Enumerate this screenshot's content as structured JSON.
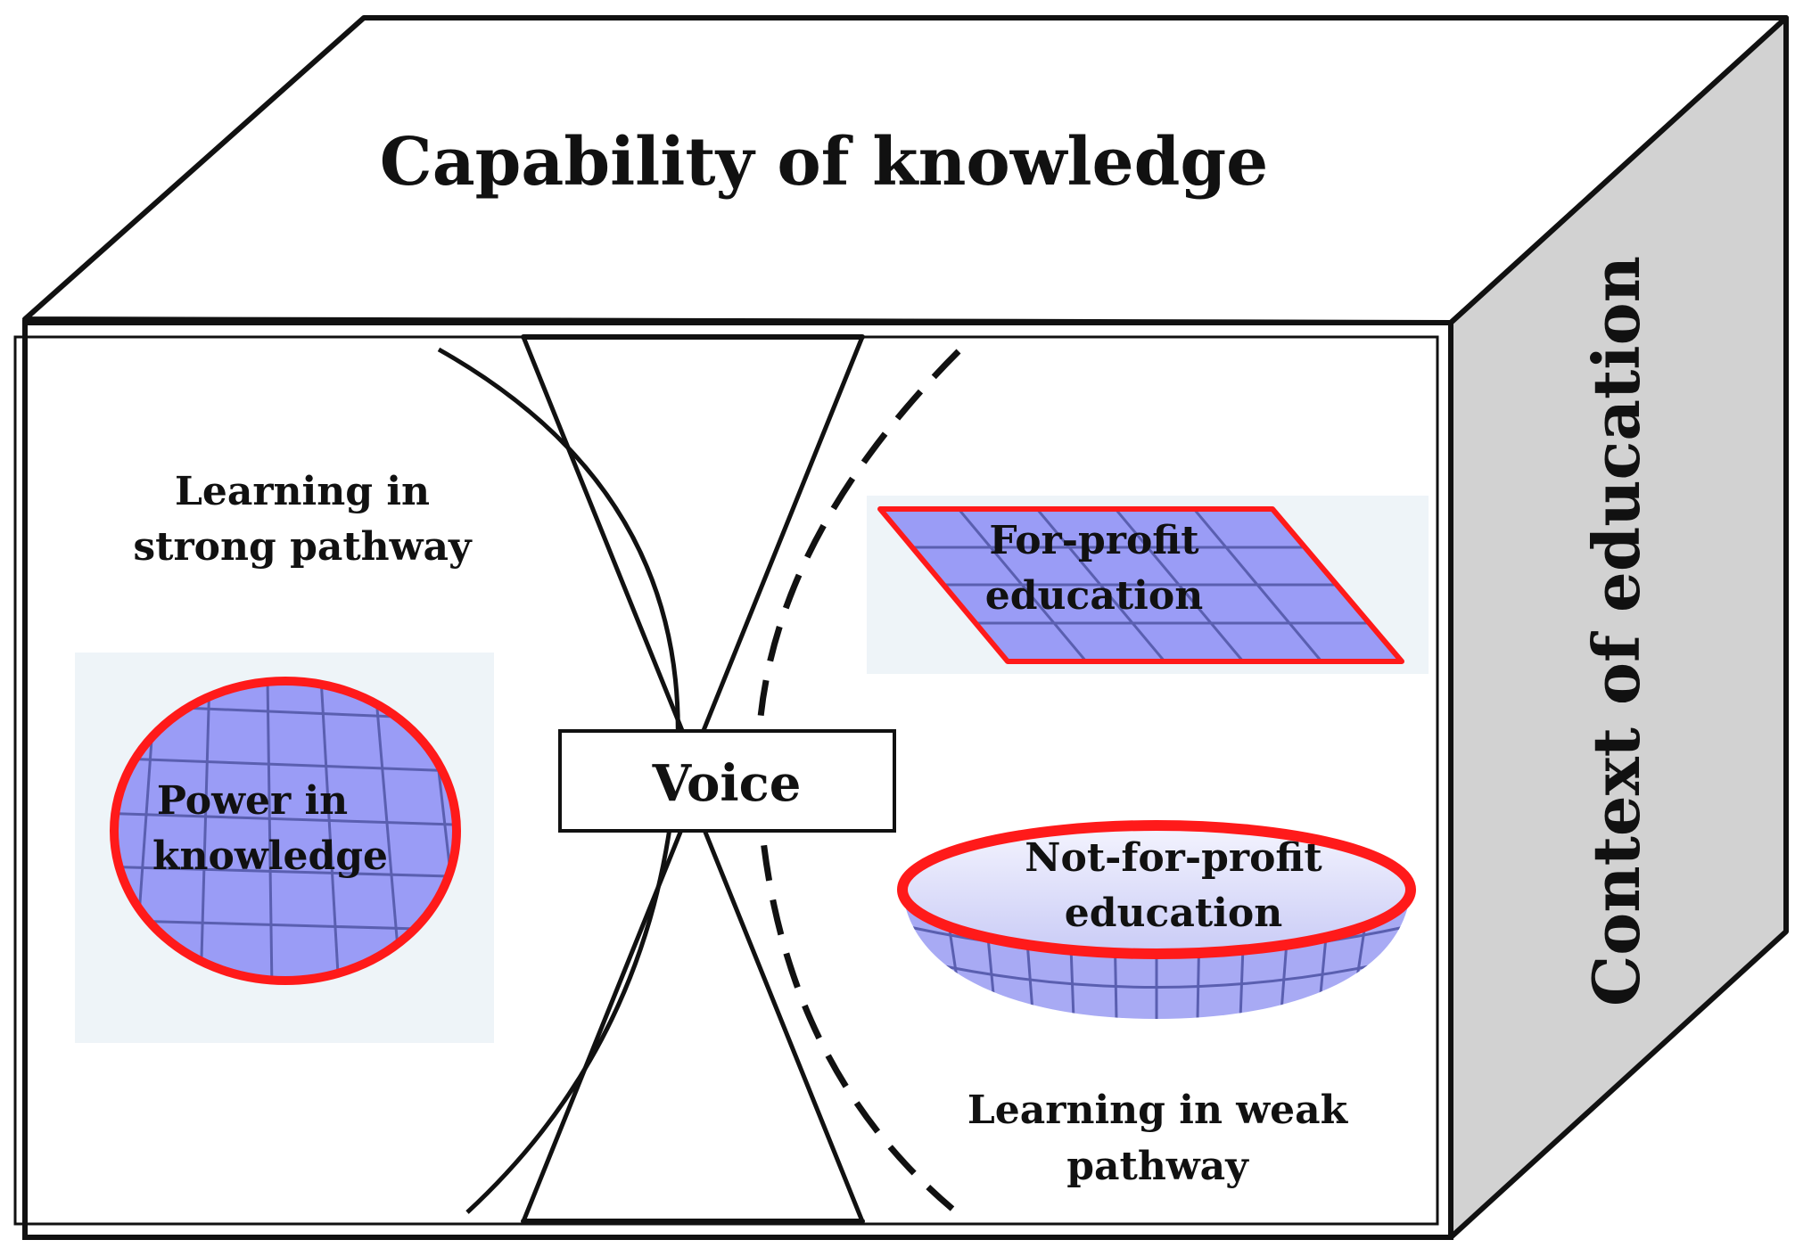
{
  "diagram": {
    "top_face": {
      "label": "Capability of knowledge"
    },
    "side_face": {
      "label": "Context of education"
    },
    "strong_pathway": {
      "line1": "Learning in",
      "line2": "strong pathway"
    },
    "weak_pathway": {
      "line1": "Learning in weak",
      "line2": "pathway"
    },
    "voice": {
      "label": "Voice"
    },
    "power_in_knowledge": {
      "line1": "Power in",
      "line2": "knowledge"
    },
    "for_profit": {
      "line1": "For-profit",
      "line2": "education"
    },
    "not_for_profit": {
      "line1": "Not-for-profit",
      "line2": "education"
    }
  },
  "colors": {
    "shape_fill": "#9a9cf6",
    "shape_outline": "#ff1a1a",
    "grid_line": "#5a5fb0",
    "side_face": "#d2d2d2",
    "panel_bg": "#eef4f8"
  }
}
